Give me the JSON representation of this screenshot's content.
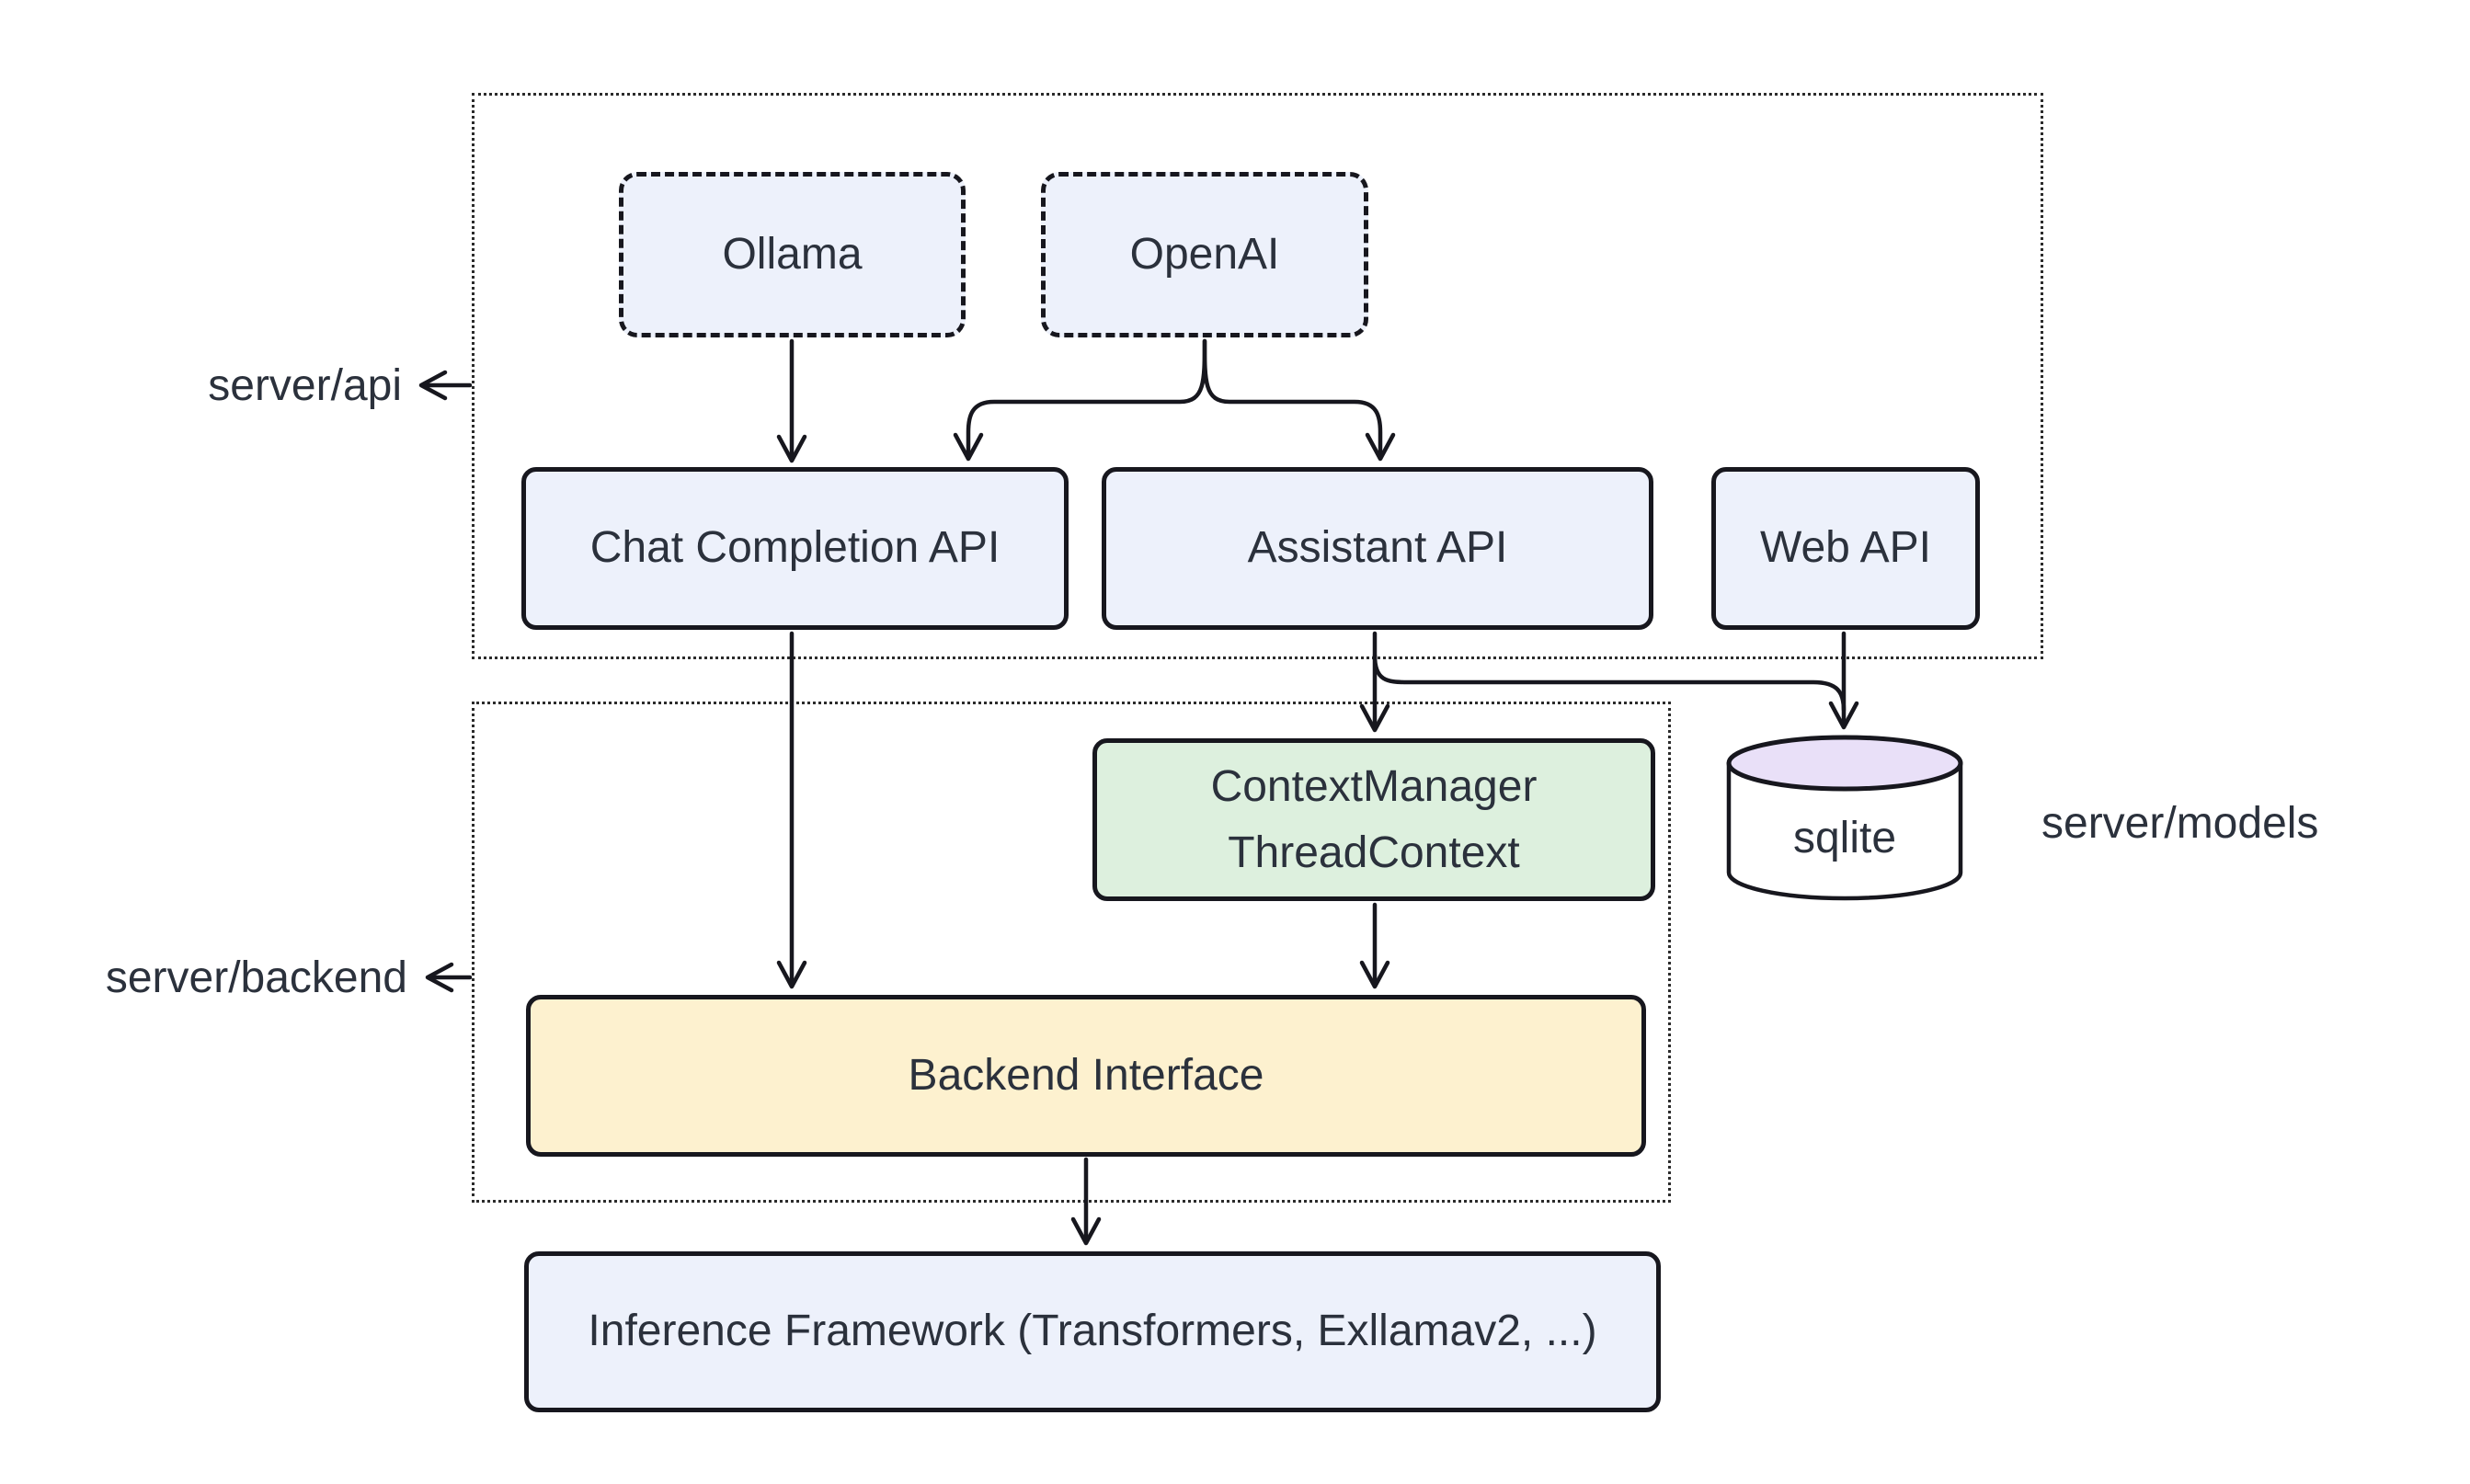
{
  "labels": {
    "server_api": "server/api",
    "server_backend": "server/backend",
    "server_models": "server/models"
  },
  "nodes": {
    "ollama": {
      "label": "Ollama",
      "fill": "#edf1fb",
      "border_style": "dashed"
    },
    "openai": {
      "label": "OpenAI",
      "fill": "#edf1fb",
      "border_style": "dashed"
    },
    "chat_completion_api": {
      "label": "Chat Completion API",
      "fill": "#edf1fb"
    },
    "assistant_api": {
      "label": "Assistant API",
      "fill": "#edf1fb"
    },
    "web_api": {
      "label": "Web API",
      "fill": "#edf1fb"
    },
    "context_manager": {
      "label_line1": "ContextManager",
      "label_line2": "ThreadContext",
      "fill": "#ddf0de"
    },
    "sqlite": {
      "label": "sqlite",
      "fill": "#e9e0f8",
      "shape": "cylinder"
    },
    "backend_interface": {
      "label": "Backend Interface",
      "fill": "#fdf1cf"
    },
    "inference_framework": {
      "label": "Inference Framework (Transformers, Exllamav2, ...)",
      "fill": "#edf1fb"
    }
  },
  "edges": [
    {
      "from": "ollama",
      "to": "chat_completion_api"
    },
    {
      "from": "openai",
      "to": "chat_completion_api"
    },
    {
      "from": "openai",
      "to": "assistant_api"
    },
    {
      "from": "chat_completion_api",
      "to": "backend_interface"
    },
    {
      "from": "assistant_api",
      "to": "context_manager"
    },
    {
      "from": "assistant_api",
      "to": "sqlite"
    },
    {
      "from": "web_api",
      "to": "sqlite"
    },
    {
      "from": "context_manager",
      "to": "backend_interface"
    },
    {
      "from": "backend_interface",
      "to": "inference_framework"
    },
    {
      "from": "group_server_api",
      "to": "label_server_api"
    },
    {
      "from": "group_server_backend",
      "to": "label_server_backend"
    }
  ],
  "colors": {
    "stroke": "#17171e",
    "text": "#2b313c",
    "node_blue": "#edf1fb",
    "node_green": "#ddf0de",
    "node_yellow": "#fdf1cf",
    "node_purple": "#e9e0f8",
    "background": "#ffffff"
  }
}
